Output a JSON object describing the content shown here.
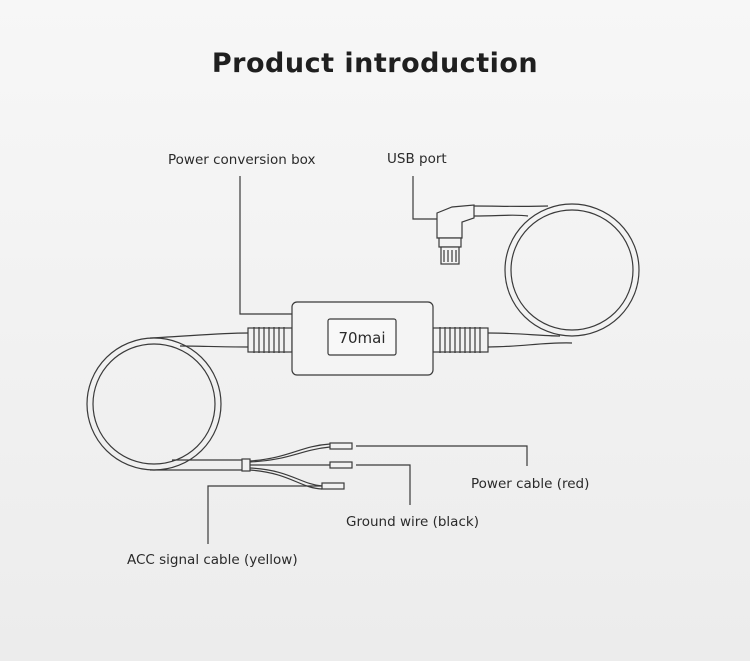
{
  "title": "Product introduction",
  "brand": "70mai",
  "labels": {
    "power_conversion_box": "Power conversion box",
    "usb_port": "USB port",
    "power_cable": "Power cable (red)",
    "ground_wire": "Ground wire (black)",
    "acc_signal_cable": "ACC signal cable (yellow)"
  },
  "colors": {
    "line": "#3a3a3a",
    "background": "#f2f2f2"
  }
}
